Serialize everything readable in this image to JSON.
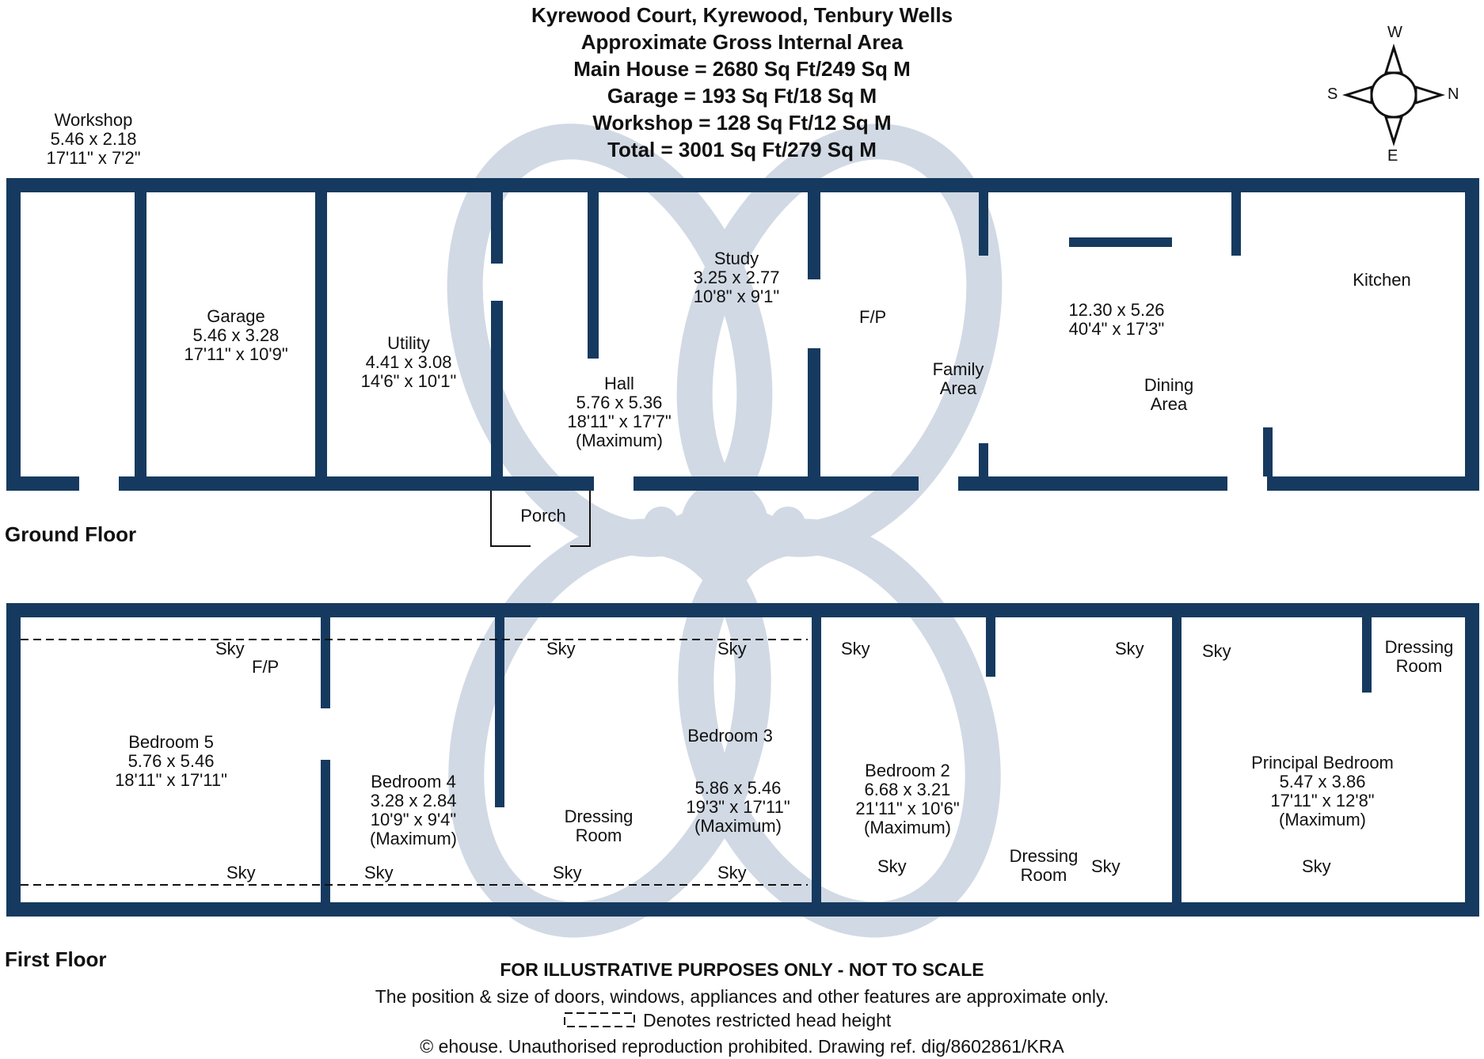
{
  "header": {
    "address": "Kyrewood Court, Kyrewood, Tenbury Wells",
    "area_title": "Approximate Gross Internal Area",
    "main_house": "Main House = 2680 Sq Ft/249 Sq M",
    "garage": "Garage = 193 Sq Ft/18 Sq M",
    "workshop": "Workshop = 128 Sq Ft/12 Sq M",
    "total": "Total = 3001 Sq Ft/279 Sq M"
  },
  "compass": {
    "north": "N",
    "south": "S",
    "east": "E",
    "west": "W"
  },
  "ground_floor": {
    "label": "Ground Floor",
    "rooms": [
      {
        "name": "Workshop",
        "metric": "5.46 x 2.18",
        "imperial": "17'11\" x 7'2\""
      },
      {
        "name": "Garage",
        "metric": "5.46 x 3.28",
        "imperial": "17'11\" x 10'9\""
      },
      {
        "name": "Utility",
        "metric": "4.41 x 3.08",
        "imperial": "14'6\" x 10'1\""
      },
      {
        "name": "Study",
        "metric": "3.25 x 2.77",
        "imperial": "10'8\" x 9'1\""
      },
      {
        "name": "Hall",
        "metric": "5.76 x 5.36",
        "imperial": "18'11\" x 17'7\"",
        "note": "(Maximum)"
      },
      {
        "name": "Porch"
      },
      {
        "name": "Family",
        "name2": "Area"
      },
      {
        "name": "Dining",
        "name2": "Area"
      },
      {
        "name": "Kitchen",
        "metric": "12.30 x 5.26",
        "imperial": "40'4\" x 17'3\""
      }
    ],
    "fp": "F/P"
  },
  "first_floor": {
    "label": "First Floor",
    "rooms": [
      {
        "name": "Bedroom 5",
        "metric": "5.76 x 5.46",
        "imperial": "18'11\" x 17'11\""
      },
      {
        "name": "Bedroom 4",
        "metric": "3.28 x 2.84",
        "imperial": "10'9\" x 9'4\"",
        "note": "(Maximum)"
      },
      {
        "name": "Dressing",
        "name2": "Room"
      },
      {
        "name": "Bedroom 3",
        "metric": "5.86 x 5.46",
        "imperial": "19'3\" x 17'11\"",
        "note": "(Maximum)"
      },
      {
        "name": "Bedroom 2",
        "metric": "6.68 x 3.21",
        "imperial": "21'11\" x 10'6\"",
        "note": "(Maximum)"
      },
      {
        "name": "Dressing",
        "name2": "Room"
      },
      {
        "name": "Principal Bedroom",
        "metric": "5.47 x 3.86",
        "imperial": "17'11\" x 12'8\"",
        "note": "(Maximum)"
      },
      {
        "name": "Dressing",
        "name2": "Room"
      }
    ],
    "sky": "Sky",
    "fp": "F/P"
  },
  "footer": {
    "disclaimer": "FOR ILLUSTRATIVE PURPOSES ONLY - NOT TO SCALE",
    "approx": "The position & size of doors, windows, appliances and other features are approximate only.",
    "legend": "Denotes restricted head height",
    "copyright": "© ehouse. Unauthorised reproduction prohibited. Drawing ref. dig/8602861/KRA"
  },
  "colors": {
    "wall": "#163a5f",
    "watermark": "#c9d3df",
    "text": "#111111"
  }
}
